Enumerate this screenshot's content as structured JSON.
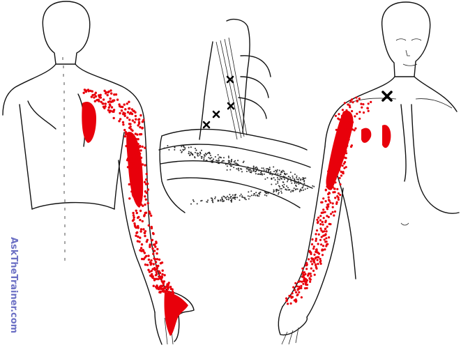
{
  "figure": {
    "watermark": "AskTheTrainer.com",
    "colors": {
      "pain_zone": "#e8000b",
      "outline": "#111111",
      "watermark": "#6b6fc4",
      "background": "#ffffff"
    },
    "panels": [
      "posterior-view",
      "cervical-spine-detail",
      "anterior-view"
    ],
    "trigger_point_markers": 5
  }
}
